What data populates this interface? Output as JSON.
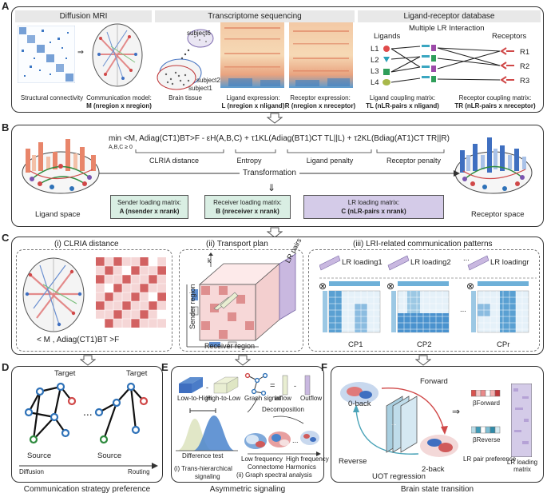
{
  "panel_a": {
    "letter": "A",
    "headers": [
      "Diffusion MRI",
      "Transcriptome sequencing",
      "Ligand-receptor database"
    ],
    "structural_connectivity": "Structural connectivity",
    "communication_model": "Communication model:",
    "M_dims": "M (nregion x nregion)",
    "subject6": "subject6",
    "subject2": "subject2",
    "subject1": "subject1",
    "brain_tissue": "Brain tissue",
    "ligand_expression": "Ligand expression:",
    "L_dims": "L (nregion x nligand)",
    "receptor_expression": "Receptor expression:",
    "R_dims": "R (nregion x nreceptor)",
    "ligands": "Ligands",
    "receptors": "Receptors",
    "multiple_lr": "Multiple LR Interaction",
    "ligand_labels": [
      "L1",
      "L2",
      "L3",
      "L4"
    ],
    "receptor_labels": [
      "R1",
      "R2",
      "R3"
    ],
    "ligand_coupling": "Ligand coupling matrix:",
    "TL_dims": "TL (nLR-pairs x nligand)",
    "receptor_coupling": "Receptor coupling matrix:",
    "TR_dims": "TR (nLR-pairs x nreceptor)"
  },
  "panel_b": {
    "letter": "B",
    "objective": "min   <M, Adiag(CT1)BT>F - εH(A,B,C) + τ1KL(Adiag(BT1)CT TL||L) + τ2KL(Bdiag(AT1)CT TR||R)",
    "min_sub": "A,B,C ≥ 0",
    "terms": [
      "CLRIA distance",
      "Entropy",
      "Ligand penalty",
      "Receptor penalty"
    ],
    "transformation": "Transformation",
    "ligand_space": "Ligand space",
    "receptor_space": "Receptor space",
    "sender_title": "Sender loading matrix:",
    "sender_dims": "A (nsender x nrank)",
    "receiver_title": "Receiver loading matrix:",
    "receiver_dims": "B (nreceiver x nrank)",
    "lr_title": "LR loading matrix:",
    "lr_dims": "C (nLR-pairs x nrank)"
  },
  "panel_c": {
    "letter": "C",
    "titles": [
      "(i) CLRIA distance",
      "(ii) Transport plan",
      "(iii) LRI-related communication patterns"
    ],
    "formula": "< M ,    Adiag(CT1)BT  >F",
    "k": "k",
    "lr_pairs": "LR pairs",
    "sender_region": "Sender region",
    "receiver_region": "Receiver region",
    "loadings": [
      "LR loading1",
      "LR loading2",
      "LR loadingr"
    ],
    "cps": [
      "CP1",
      "CP2",
      "CPr"
    ],
    "ellipsis": "..."
  },
  "panel_d": {
    "letter": "D",
    "target": "Target",
    "source": "Source",
    "diffusion": "Diffusion",
    "routing": "Routing",
    "caption": "Communication strategy preference"
  },
  "panel_e": {
    "letter": "E",
    "low_to_high": "Low-to-High",
    "high_to_low": "High-to-Low",
    "graph_signal": "Graph signal",
    "inflow": "Inflow",
    "outflow": "Outflow",
    "decomposition": "Decomposition",
    "difference_test": "Difference test",
    "low_frequency": "Low frequency",
    "high_frequency": "High frequency",
    "connectome_harmonics": "Connectome Harmonics",
    "sub_i": "(i) Trans-hierarchical",
    "sub_i2": "signaling",
    "sub_ii": "(ii) Graph spectral analysis",
    "caption": "Asymmetric signaling"
  },
  "panel_f": {
    "letter": "F",
    "forward": "Forward",
    "reverse": "Reverse",
    "zero_back": "0-back",
    "two_back": "2-back",
    "beta_forward": "βForward",
    "beta_reverse": "βReverse",
    "uot": "UOT regression",
    "lr_pair_pref": "LR pair preference",
    "lr_matrix": "LR loading matrix",
    "caption": "Brain state transition"
  },
  "colors": {
    "accent_red": "#c0393b",
    "accent_blue": "#2f72b8",
    "lr_purple": "#c9b8e0",
    "loading_green": "#d6ecdf"
  }
}
